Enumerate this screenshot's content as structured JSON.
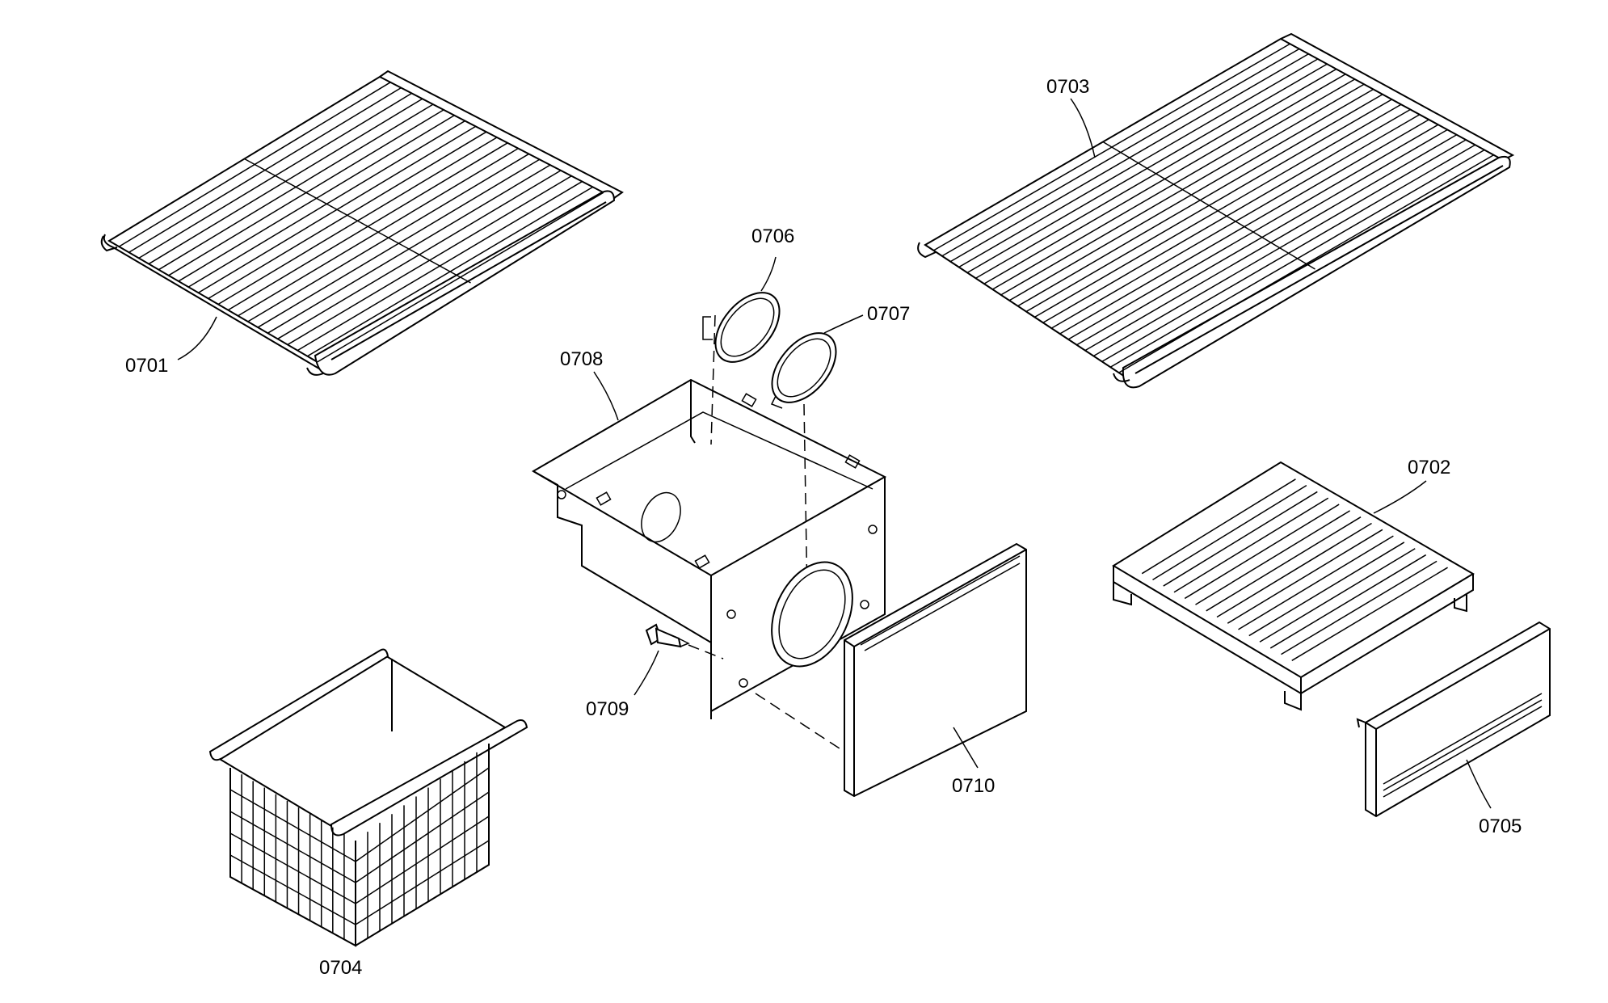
{
  "parts": [
    {
      "id": "shelf-left",
      "label": "0701"
    },
    {
      "id": "shelf-drawer-cover",
      "label": "0702"
    },
    {
      "id": "shelf-right",
      "label": "0703"
    },
    {
      "id": "wire-basket",
      "label": "0704"
    },
    {
      "id": "drawer-front",
      "label": "0705"
    },
    {
      "id": "cover-disc-a",
      "label": "0706"
    },
    {
      "id": "cover-disc-b",
      "label": "0707"
    },
    {
      "id": "housing",
      "label": "0708"
    },
    {
      "id": "screw",
      "label": "0709"
    },
    {
      "id": "front-panel",
      "label": "0710"
    }
  ]
}
